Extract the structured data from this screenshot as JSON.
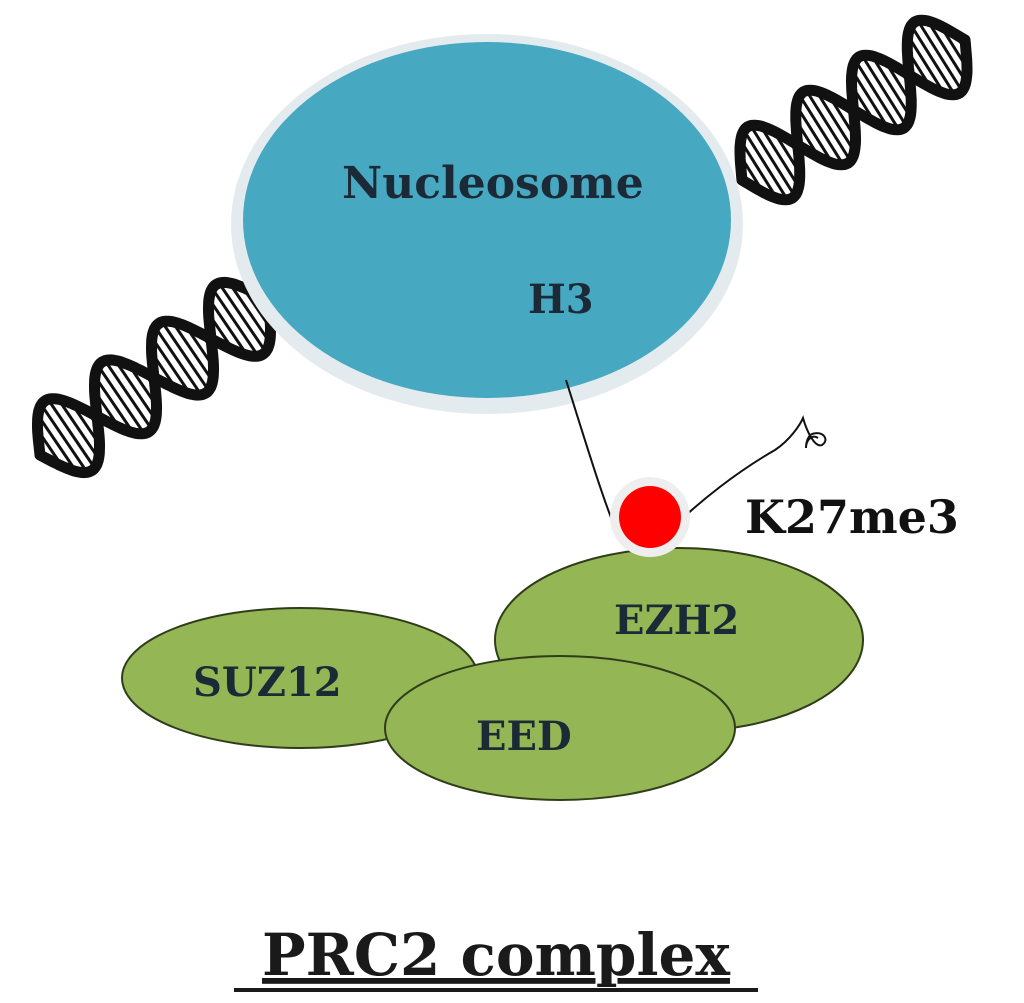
{
  "diagram": {
    "nucleosome_label": "Nucleosome",
    "histone_label": "H3",
    "mark_label": "K27me3",
    "subunits": {
      "ezh2": "EZH2",
      "suz12": "SUZ12",
      "eed": "EED"
    },
    "complex_label": "PRC2 complex"
  },
  "colors": {
    "nucleosome_fill": "#47a8c2",
    "nucleosome_ring": "#e4ebee",
    "subunit_fill": "#94b655",
    "subunit_stroke": "#2f3d1a",
    "methyl_mark": "#ff0000",
    "dna_strand": "#111111"
  }
}
